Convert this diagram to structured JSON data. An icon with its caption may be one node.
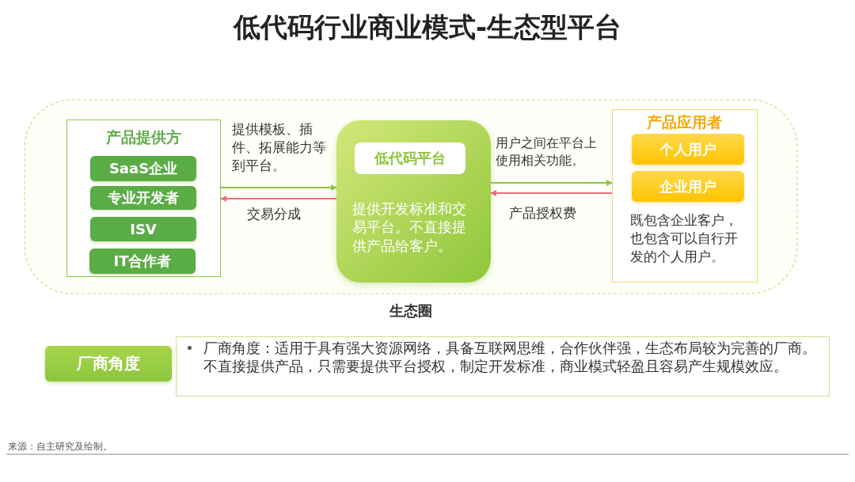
{
  "diagram": {
    "title": "低代码行业商业模式-生态型平台",
    "nodes": [
      {
        "text": [
          "生态圈"
        ]
      },
      {
        "text": [
          "产品提供方"
        ],
        "in": 0
      },
      {
        "text": [
          "SaaS企业"
        ],
        "in": 1
      },
      {
        "text": [
          "专业开发者"
        ],
        "in": 1
      },
      {
        "text": [
          "ISV"
        ],
        "in": 1
      },
      {
        "text": [
          "IT合作者"
        ],
        "in": 1
      },
      {
        "text": [
          "提供开发标准和交易平台。不直接提供产品给客户。"
        ],
        "in": 0
      },
      {
        "text": [
          "低代码平台"
        ],
        "in": 6
      },
      {
        "text": [
          "产品应用者",
          "既包含企业客户，也包含可以自行开发的个人用户。"
        ],
        "in": 0
      },
      {
        "text": [
          "个人用户"
        ],
        "in": 8
      },
      {
        "text": [
          "企业用户"
        ],
        "in": 8
      },
      {
        "text": [
          "厂商角度"
        ]
      },
      {
        "text": [
          "厂商角度：适用于具有强大资源网络，具备互联网思维，合作伙伴强，生态布局较为完善的厂商。不直接提供产品，只需要提供平台授权，制定开发标准，商业模式轻盈且容易产生规模效应。"
        ]
      }
    ],
    "edges": [
      {
        "from": 1,
        "to": 6,
        "arrow": "to",
        "label": "提供模板、插件、拓展能力等到平台。",
        "color": "#8dc63f"
      },
      {
        "from": 6,
        "to": 1,
        "arrow": "to",
        "label": "交易分成",
        "color": "#e8707a"
      },
      {
        "from": 6,
        "to": 8,
        "arrow": "to",
        "label": "用户之间在平台上使用相关功能。",
        "color": "#8dc63f"
      },
      {
        "from": 8,
        "to": 6,
        "arrow": "to",
        "label": "产品授权费",
        "color": "#e8707a"
      }
    ],
    "labels": [
      "来源：自主研究及绘制。"
    ]
  }
}
